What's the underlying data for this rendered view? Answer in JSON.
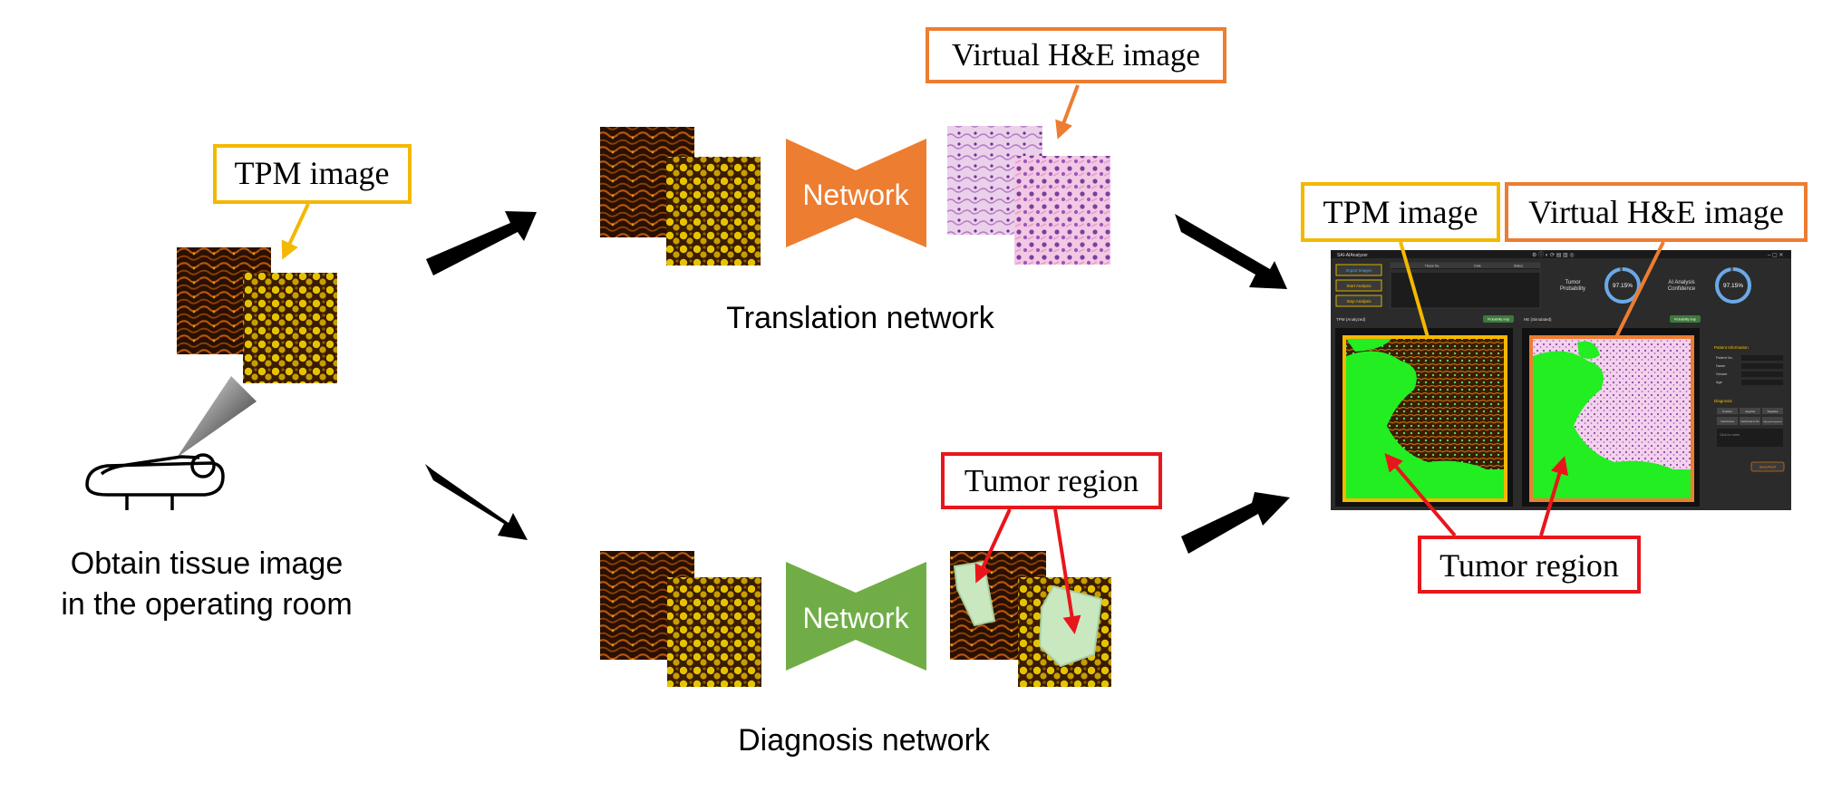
{
  "labels": {
    "tpm_left": "TPM image",
    "obtain_line1": "Obtain tissue image",
    "obtain_line2": "in the operating room",
    "virtual_he_top": "Virtual H&E image",
    "translation_network": "Translation network",
    "diagnosis_network": "Diagnosis network",
    "tumor_region_mid": "Tumor region",
    "tpm_right": "TPM image",
    "virtual_he_right": "Virtual H&E image",
    "tumor_region_right": "Tumor region"
  },
  "network_top": {
    "label": "Network",
    "color": "#ED7D31"
  },
  "network_bottom": {
    "label": "Network",
    "color": "#70AD47"
  },
  "software": {
    "app_title": "SAI-AIAnalyzer",
    "buttons": [
      "Import Images",
      "Start Analysis",
      "Stop Analysis"
    ],
    "table_headers": [
      "",
      "Tissue No.",
      "Date",
      "Status"
    ],
    "tumor_probability_label": [
      "Tumor",
      "Probability"
    ],
    "tumor_probability_value": "97.15%",
    "confidence_label": [
      "AI Analysis",
      "Confidence"
    ],
    "confidence_value": "97.15%",
    "panel_left_title": "TPM (Analyzed)",
    "panel_right_title": "HE (Simulated)",
    "prob_map_button": "Probability map",
    "patient_info_title": "Patient Information",
    "patient_fields": [
      "Patient No.",
      "Name",
      "Gender",
      "Age"
    ],
    "diagnosis_title": "Diagnosis",
    "diagnosis_options": [
      "Positive",
      "Atypical",
      "Negative",
      "Carcinoma",
      "Carcinoma in situ",
      "High grade dysplasia"
    ],
    "notes_placeholder": "Click for notes",
    "submit_button": "Save/Next"
  },
  "colors": {
    "yellow_box": "#F4B800",
    "orange_box": "#ED7D31",
    "red_box": "#E8161B",
    "tumor_green": "#22EE22"
  }
}
